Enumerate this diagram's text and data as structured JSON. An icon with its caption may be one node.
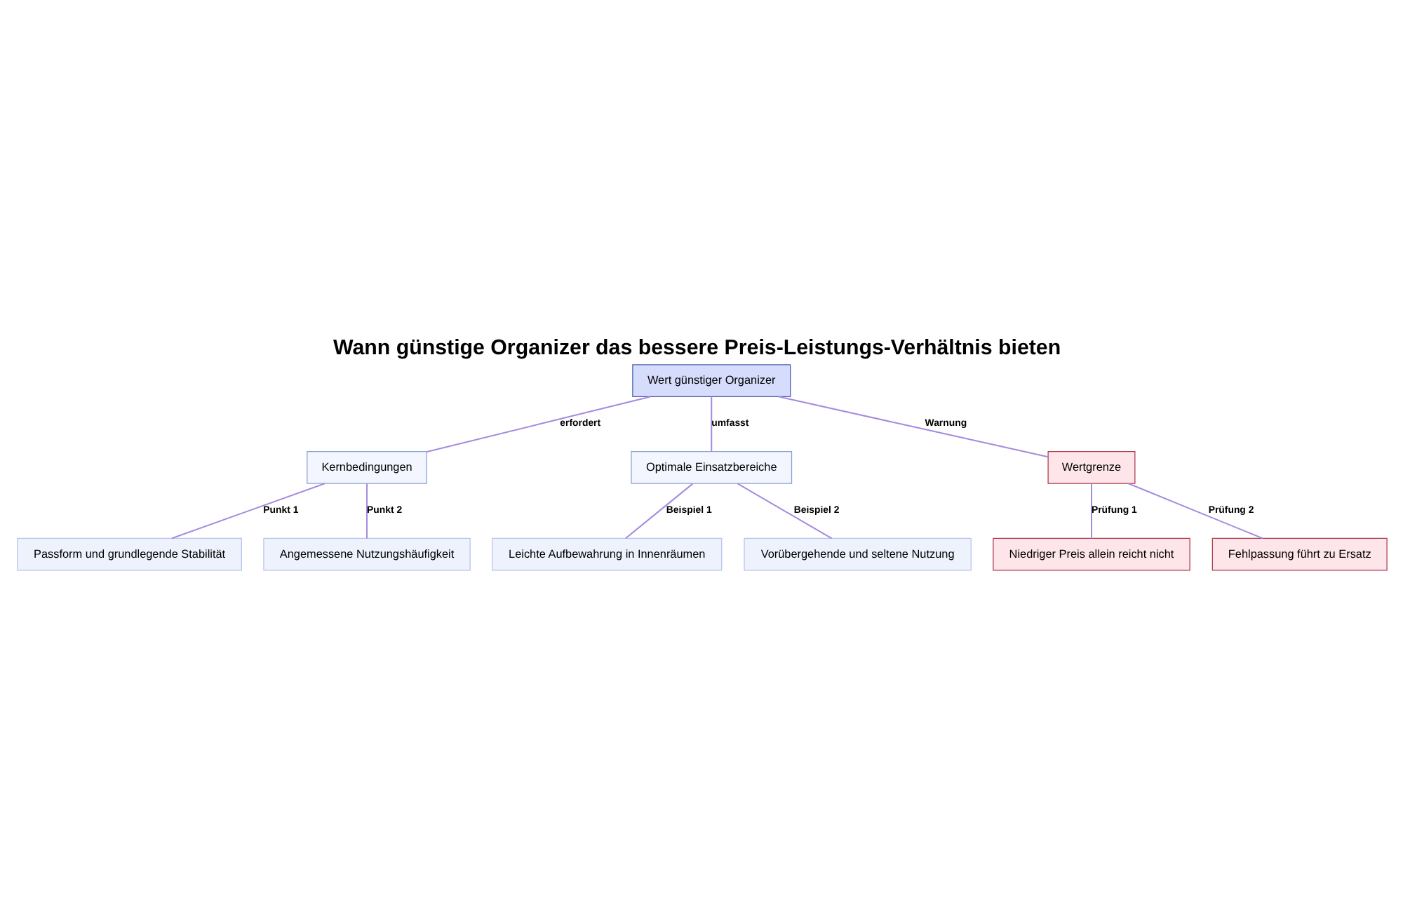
{
  "diagram": {
    "title": "Wann günstige Organizer das bessere Preis-Leistungs-Verhältnis bieten",
    "nodes": [
      {
        "text": [
          "Wert günstiger Organizer"
        ]
      },
      {
        "text": [
          "Kernbedingungen"
        ]
      },
      {
        "text": [
          "Optimale Einsatzbereiche"
        ]
      },
      {
        "text": [
          "Wertgrenze"
        ]
      },
      {
        "text": [
          "Passform und grundlegende Stabilität"
        ]
      },
      {
        "text": [
          "Angemessene Nutzungshäufigkeit"
        ]
      },
      {
        "text": [
          "Leichte Aufbewahrung in Innenräumen"
        ]
      },
      {
        "text": [
          "Vorübergehende und seltene Nutzung"
        ]
      },
      {
        "text": [
          "Niedriger Preis allein reicht nicht"
        ]
      },
      {
        "text": [
          "Fehlpassung führt zu Ersatz"
        ]
      }
    ],
    "edges": [
      {
        "from": 0,
        "to": 1,
        "arrow": "none",
        "label": "erfordert"
      },
      {
        "from": 0,
        "to": 2,
        "arrow": "none",
        "label": "umfasst"
      },
      {
        "from": 0,
        "to": 3,
        "arrow": "none",
        "label": "Warnung"
      },
      {
        "from": 1,
        "to": 4,
        "arrow": "none",
        "label": "Punkt 1"
      },
      {
        "from": 1,
        "to": 5,
        "arrow": "none",
        "label": "Punkt 2"
      },
      {
        "from": 2,
        "to": 6,
        "arrow": "none",
        "label": "Beispiel 1"
      },
      {
        "from": 2,
        "to": 7,
        "arrow": "none",
        "label": "Beispiel 2"
      },
      {
        "from": 3,
        "to": 8,
        "arrow": "none",
        "label": "Prüfung 1"
      },
      {
        "from": 3,
        "to": 9,
        "arrow": "none",
        "label": "Prüfung 2"
      }
    ]
  }
}
